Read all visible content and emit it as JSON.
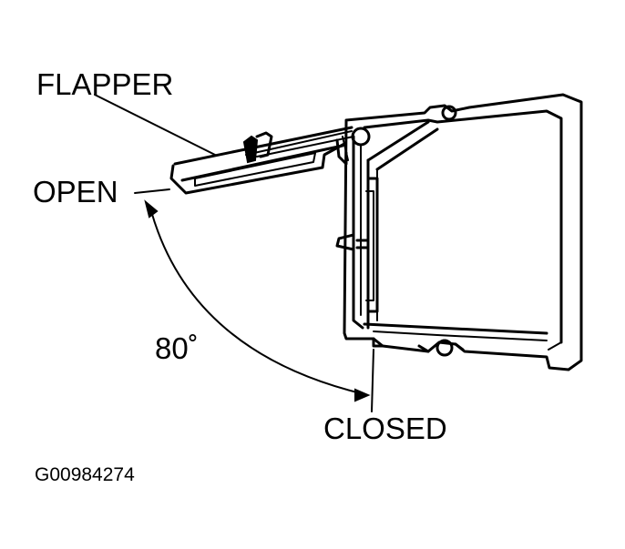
{
  "labels": {
    "flapper": "FLAPPER",
    "open": "OPEN",
    "angle": "80˚",
    "closed": "CLOSED",
    "figure_code": "G00984274"
  },
  "colors": {
    "ink": "#000000",
    "paper": "#ffffff"
  }
}
